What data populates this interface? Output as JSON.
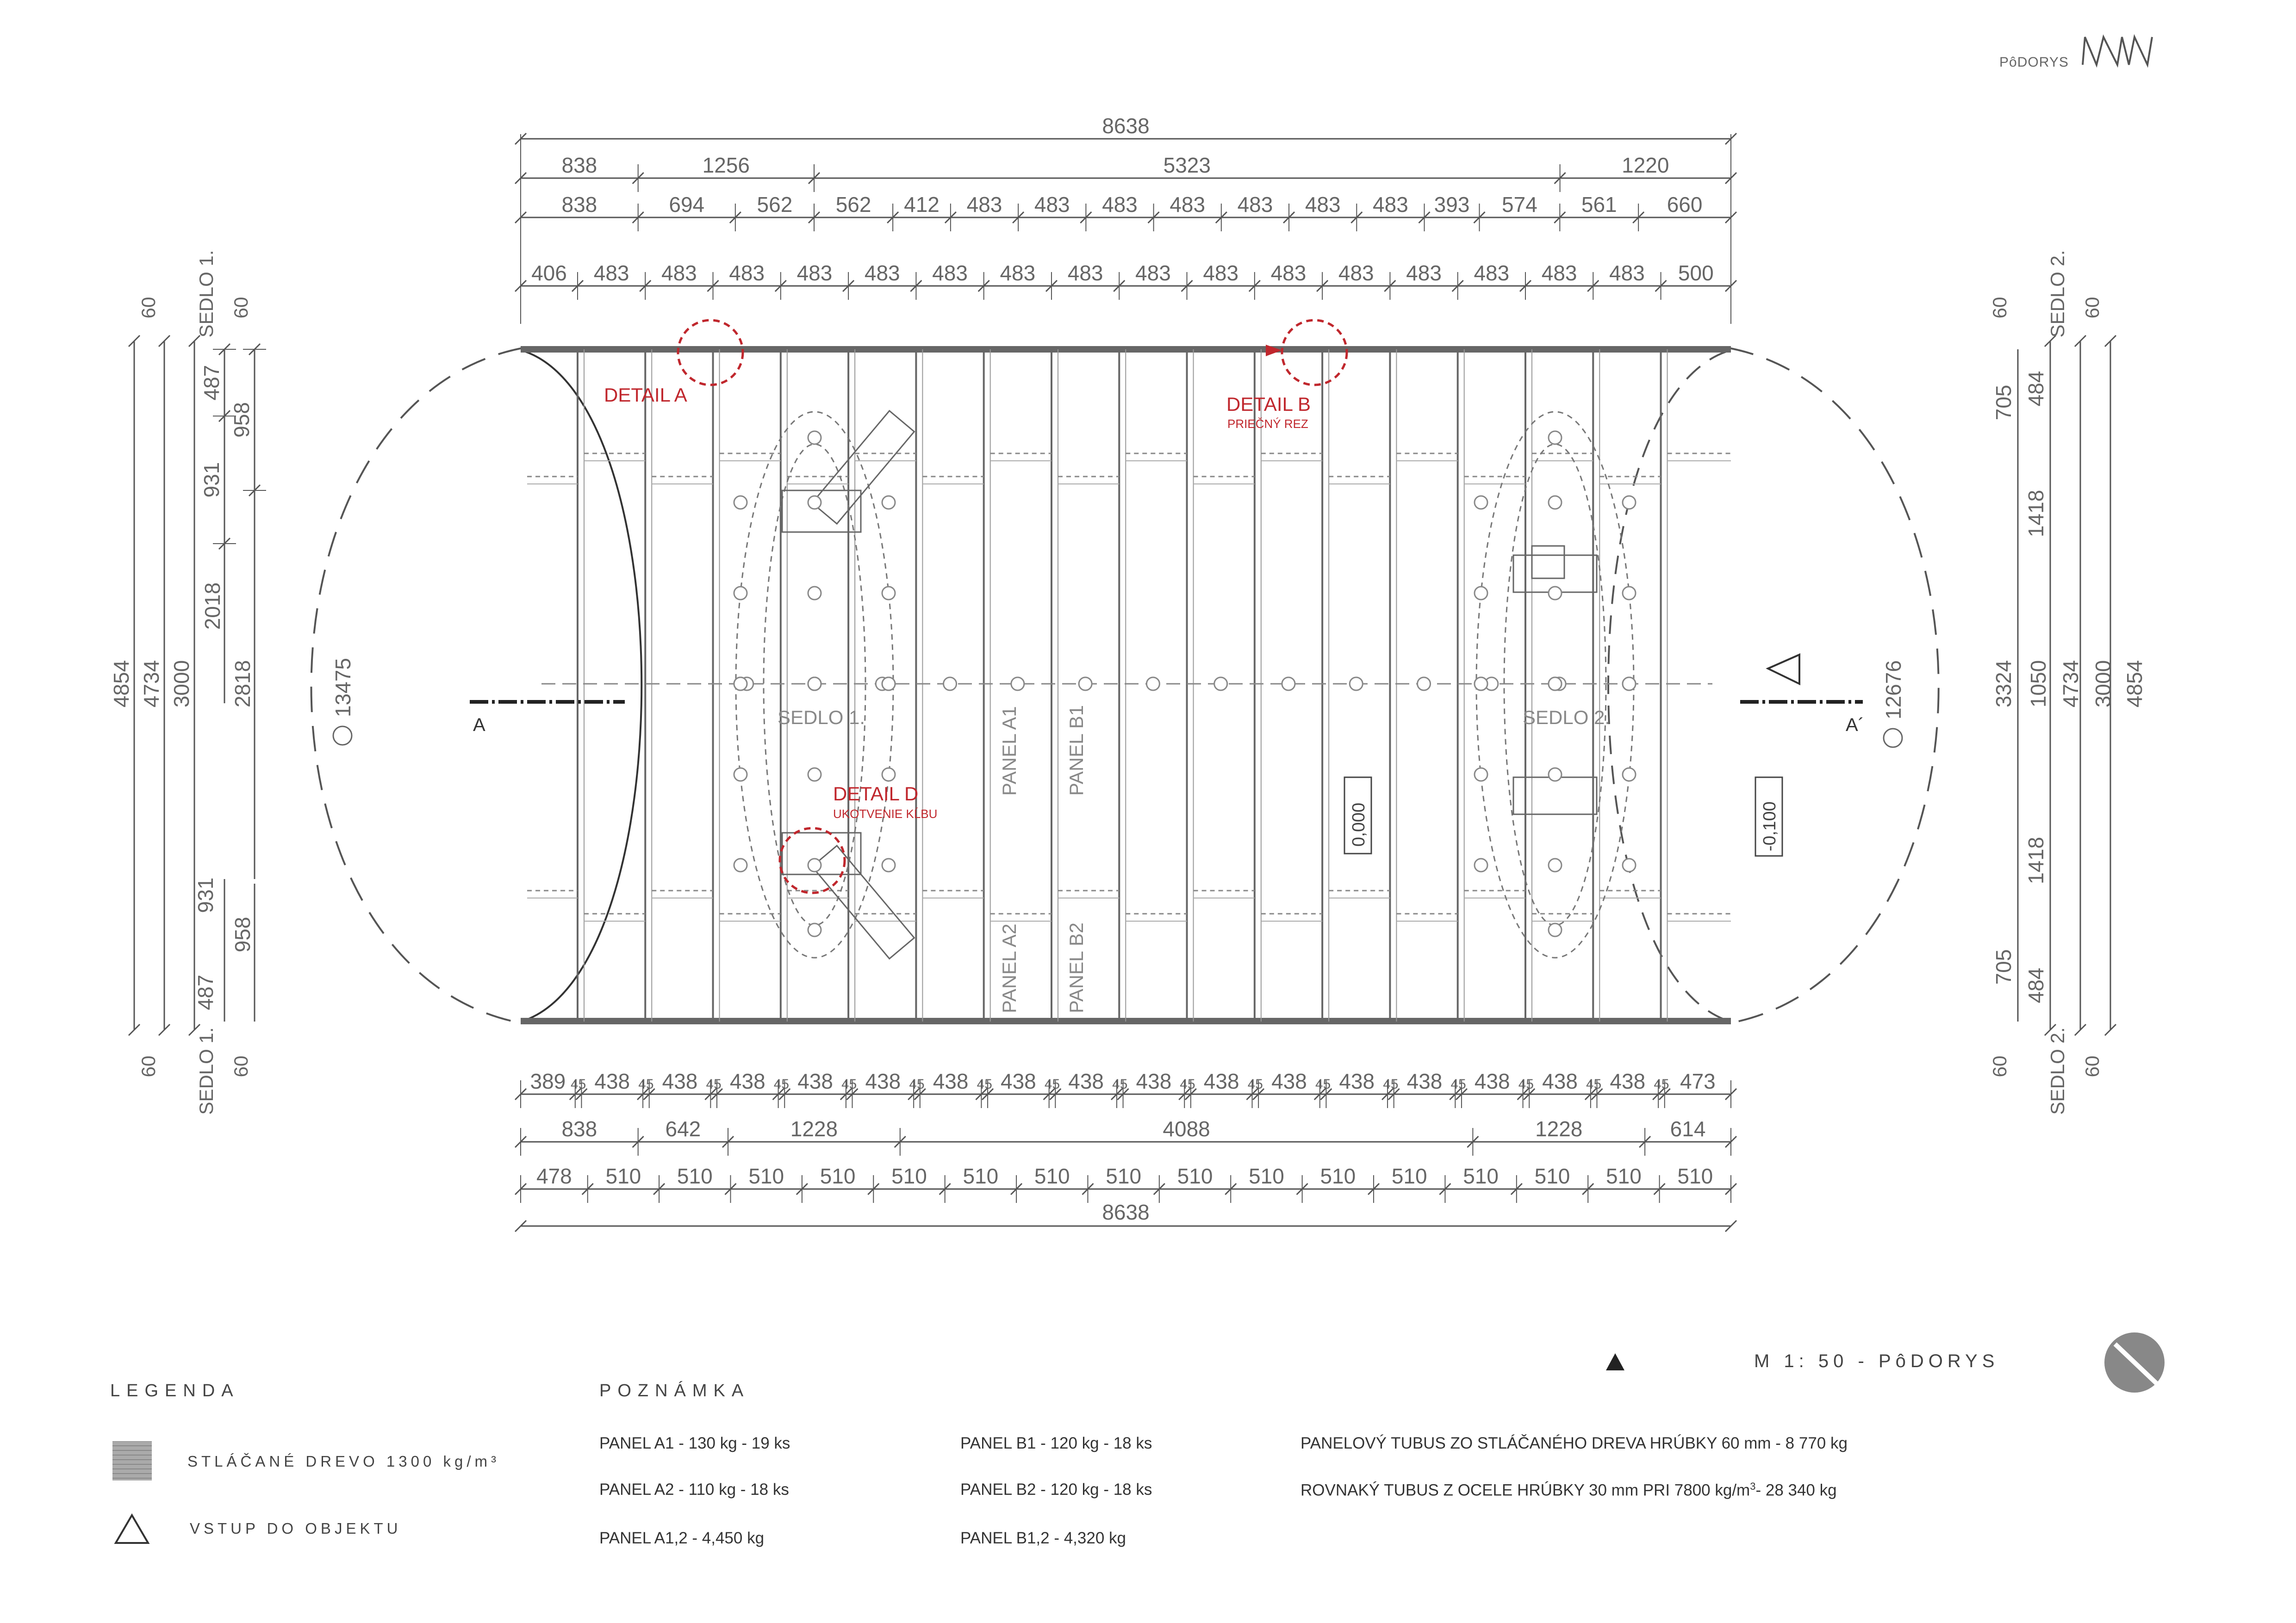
{
  "header": {
    "sheet_label": "PôDORYS",
    "logo_text": "WMW"
  },
  "dims": {
    "top_total": "8638",
    "top_groups": [
      "838",
      "1256",
      "5323",
      "1220"
    ],
    "top_row2": [
      "838",
      "694",
      "562",
      "562",
      "412",
      "483",
      "483",
      "483",
      "483",
      "483",
      "483",
      "483",
      "393",
      "574",
      "561",
      "660"
    ],
    "top_row3": [
      "406",
      "483",
      "483",
      "483",
      "483",
      "483",
      "483",
      "483",
      "483",
      "483",
      "483",
      "483",
      "483",
      "483",
      "483",
      "483",
      "483",
      "500"
    ],
    "bottom_row1": [
      "389",
      "438",
      "438",
      "438",
      "438",
      "438",
      "438",
      "438",
      "438",
      "438",
      "438",
      "438",
      "438",
      "438",
      "438",
      "438",
      "438",
      "473"
    ],
    "bottom_gap": "45",
    "bottom_row2": [
      "838",
      "642",
      "1228",
      "4088",
      "1228",
      "614"
    ],
    "bottom_row3": [
      "478",
      "510",
      "510",
      "510",
      "510",
      "510",
      "510",
      "510",
      "510",
      "510",
      "510",
      "510",
      "510",
      "510",
      "510",
      "510",
      "510"
    ],
    "bottom_total": "8638",
    "left_outer": [
      "4854",
      "4734",
      "3000"
    ],
    "left_mid": [
      "2018",
      "2818"
    ],
    "left_col": [
      "487",
      "931",
      "958",
      "931",
      "958",
      "487"
    ],
    "left_end": [
      "60",
      "60",
      "60",
      "60"
    ],
    "left_sedlo": "SEDLO 1.",
    "left_diameter": "13475",
    "right_outer": [
      "4854",
      "3000",
      "4734"
    ],
    "right_mid": [
      "3324",
      "1050"
    ],
    "right_col": [
      "705",
      "484",
      "1418",
      "1418",
      "705",
      "484"
    ],
    "right_end": [
      "60",
      "60",
      "60",
      "60"
    ],
    "right_sedlo": "SEDLO 2.",
    "right_diameter": "12676"
  },
  "plan": {
    "detail_a": "DETAIL A",
    "detail_b": "DETAIL B",
    "detail_b_sub": "PRIEČNÝ REZ",
    "detail_d": "DETAIL D",
    "detail_d_sub": "UKOTVENIE KĹBU",
    "sedlo1": "SEDLO 1.",
    "sedlo2": "SEDLO 2.",
    "panel_a1": "PANEL A1",
    "panel_b1": "PANEL B1",
    "panel_a2": "PANEL A2",
    "panel_b2": "PANEL B2",
    "level_0": "0,000",
    "level_neg": "-0,100",
    "section_a": "A",
    "section_a2": "A´"
  },
  "colors": {
    "detail_red": "#c0272d",
    "line": "#555555",
    "panel_line": "#888888"
  },
  "footer": {
    "scale": "M 1: 50 - PôDORYS",
    "legend_title": "LEGENDA",
    "legend_wood": "STLÁČANÉ DREVO 1300 kg/m³",
    "legend_entry": "VSTUP DO OBJEKTU",
    "note_title": "POZNÁMKA",
    "notes_col1": [
      "PANEL A1 - 130 kg  - 19 ks",
      "PANEL A2 - 110 kg - 18 ks",
      "PANEL A1,2 -  4,450 kg"
    ],
    "notes_col2": [
      "PANEL B1 - 120 kg  - 18 ks",
      "PANEL B2 - 120 kg - 18 ks",
      "PANEL B1,2 -  4,320  kg"
    ],
    "note_wood": "PANELOVÝ  TUBUS  ZO  STLÁČANÉHO DREVA  HRÚBKY 60 mm - 8 770 kg",
    "note_steel_a": "ROVNAKÝ TUBUS Z OCELE HRÚBKY 30 mm PRI   7800  kg/m",
    "note_steel_sup": "3",
    "note_steel_b": "- 28 340 kg"
  }
}
